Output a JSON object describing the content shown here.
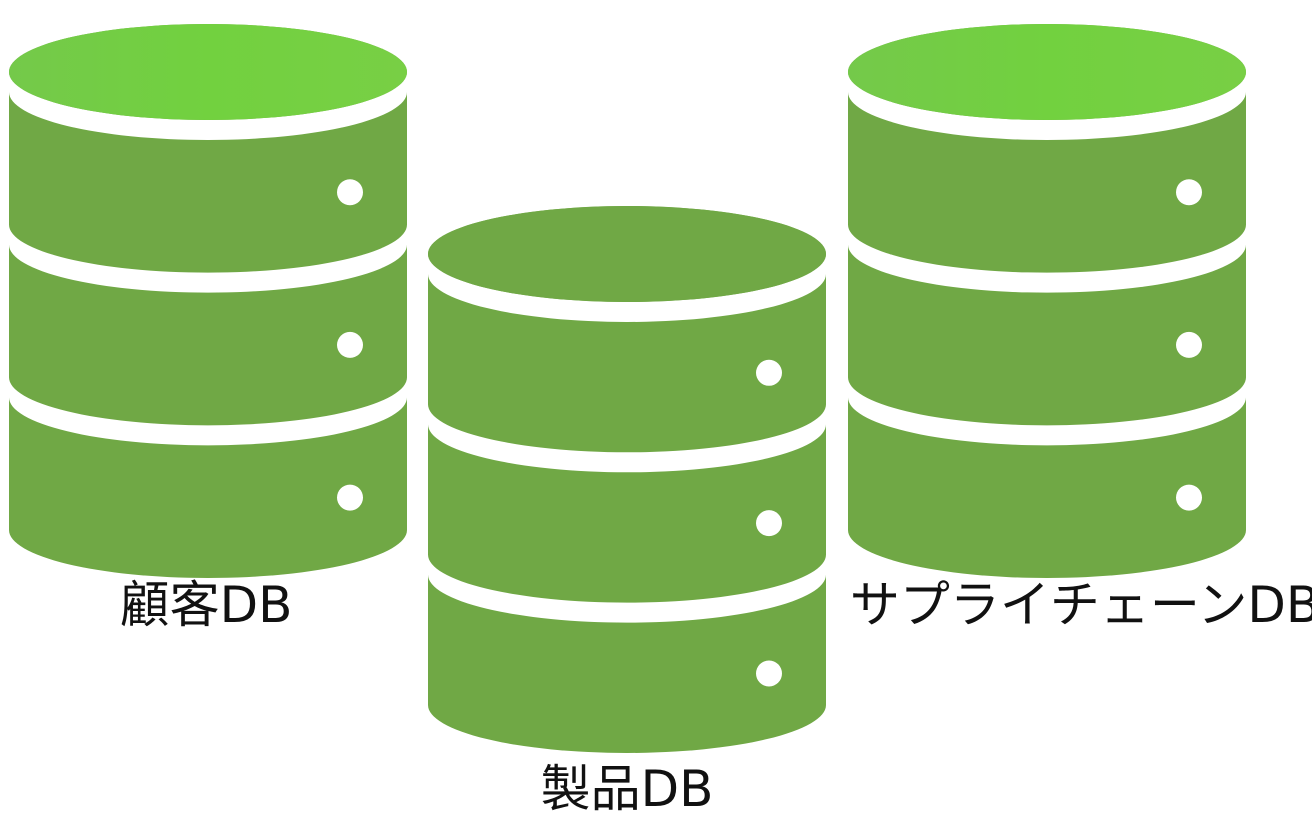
{
  "colors": {
    "background": "#ffffff",
    "db_fill": "#70a845",
    "db_top_highlight": "#72d13f",
    "separator": "#ffffff",
    "indicator": "#ffffff",
    "label": "#111111"
  },
  "icon": "database-icon",
  "databases": [
    {
      "label": "顧客DB",
      "disks": 3,
      "top_highlight": true
    },
    {
      "label": "製品DB",
      "disks": 3,
      "top_highlight": false
    },
    {
      "label": "サプライチェーンDB",
      "disks": 3,
      "top_highlight": true
    }
  ]
}
